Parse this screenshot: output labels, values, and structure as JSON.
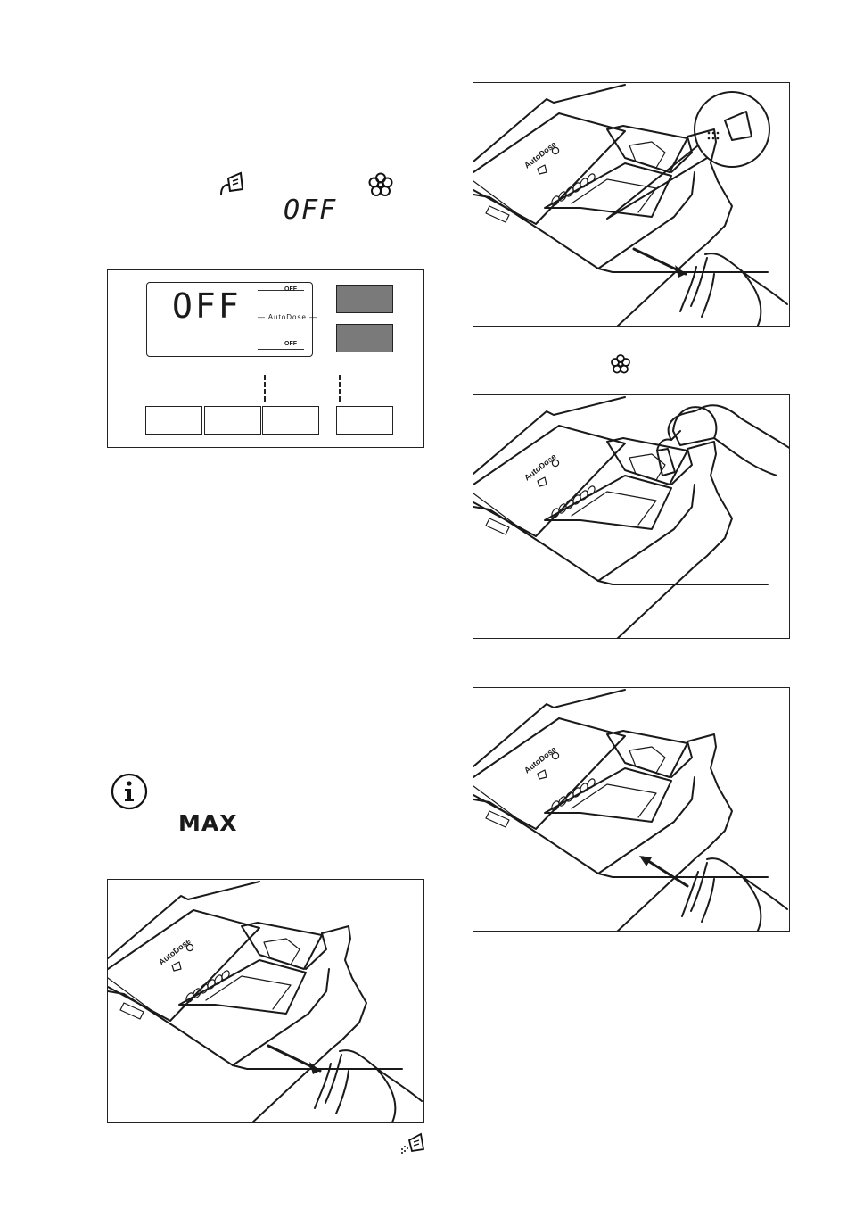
{
  "inline": {
    "off_text": "OFF",
    "max_text": "MAX"
  },
  "panel": {
    "display_main": "OFF",
    "indicator_top": "OFF",
    "indicator_bottom": "OFF",
    "autodose_label": "AutoDose"
  },
  "drawers": {
    "label": "AutoDose"
  }
}
